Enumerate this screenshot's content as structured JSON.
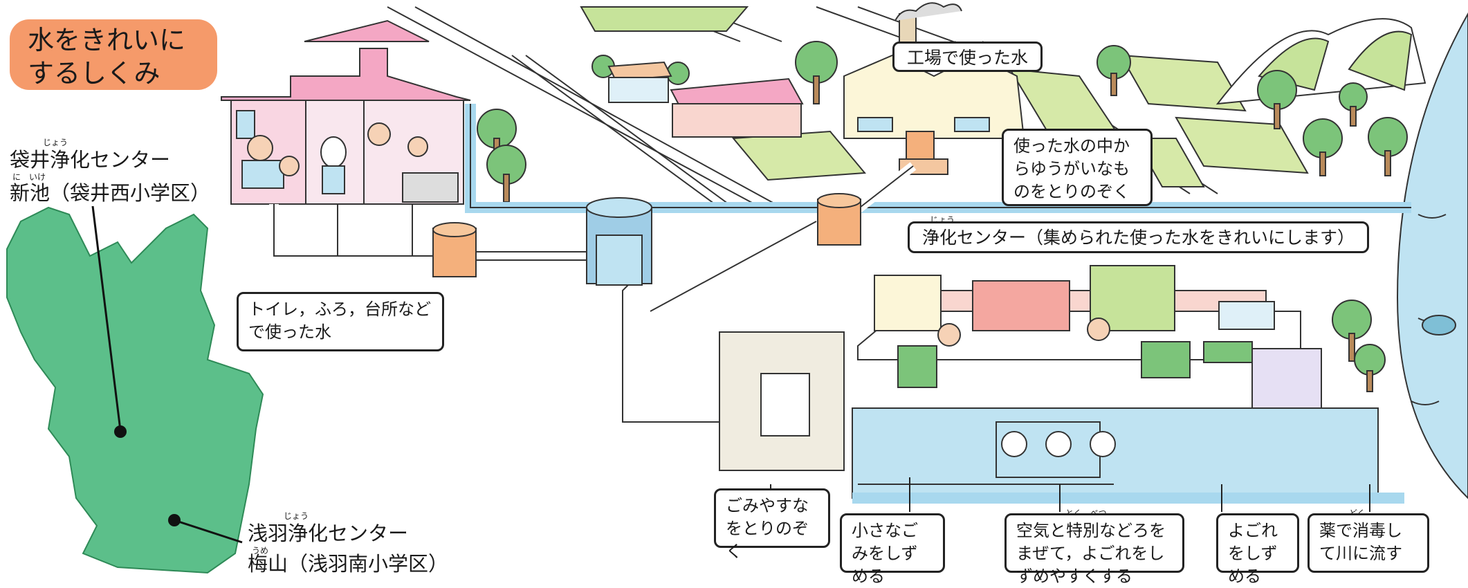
{
  "title": {
    "line1": "水をきれいに",
    "line2": "するしくみ"
  },
  "map": {
    "north_plant": {
      "name": "袋井浄化センター",
      "ruby": "じょう",
      "area": "新池（袋井西小学区）",
      "area_ruby": "に　いけ"
    },
    "south_plant": {
      "name": "浅羽浄化センター",
      "ruby": "じょう",
      "area": "梅山（浅羽南小学区）",
      "area_ruby": "うめ"
    }
  },
  "callouts": {
    "household_water": "トイレ，ふろ，台所などで使った水",
    "factory_water": "工場で使った水",
    "factory_pretreat": "使った水の中からゆうがいなものをとりのぞく",
    "plant_banner": "浄化センター（集められた使った水をきれいにします）",
    "plant_banner_ruby": "じょう",
    "step1": "ごみやすなをとりのぞく",
    "step2": "小さなごみをしずめる",
    "step3": "空気と特別などろをまぜて，よごれをしずめやすくする",
    "step3_ruby": "とく　べつ",
    "step4": "よごれをしずめる",
    "step5": "薬で消毒して川に流す",
    "step5_ruby": "どく"
  },
  "colors": {
    "badge": "#f59a6a",
    "map_green": "#5cbf8a",
    "water_blue": "#bfe3f2",
    "pipe_blue": "#a8d8ee",
    "manhole_orange": "#f4b07c",
    "house_roof": "#f4a7c4",
    "field_green": "#d6e9a8"
  }
}
